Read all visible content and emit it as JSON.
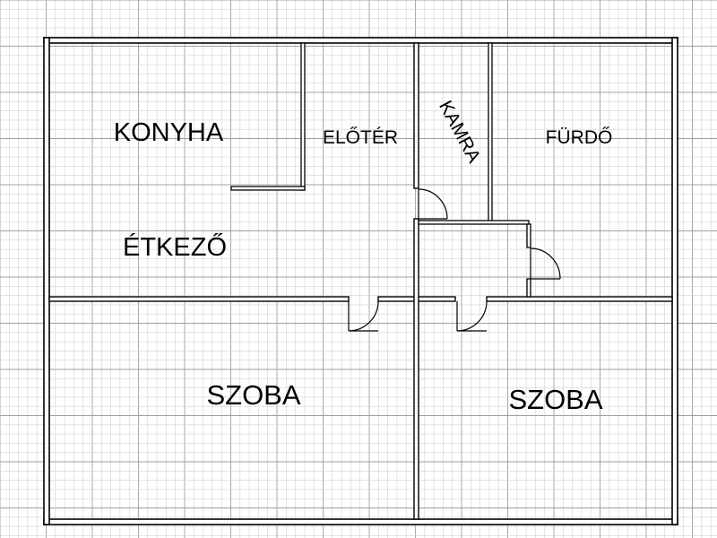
{
  "rooms": {
    "konyha": "KONYHA",
    "eloter": "ELŐTÉR",
    "kamra": "KAMRA",
    "furdo": "FÜRDŐ",
    "etkezo": "ÉTKEZŐ",
    "szoba_left": "SZOBA",
    "szoba_right": "SZOBA"
  },
  "colors": {
    "wall": "#000000",
    "wall_fill": "#ffffff",
    "grid_minor": "#d2d2d2",
    "grid_major": "#a0a0a0",
    "background": "#ffffff",
    "text": "#000000"
  }
}
